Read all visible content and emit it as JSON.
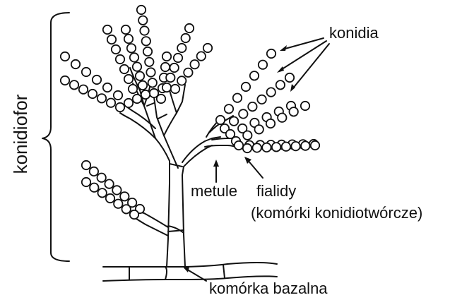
{
  "labels": {
    "konidiofor": "konidiofor",
    "konidia": "konidia",
    "metule": "metule",
    "fialidy": "fialidy",
    "fialidy_sub": "(komórki konidiotwórcze)",
    "komorka_bazalna": "komórka bazalna"
  },
  "colors": {
    "ink": "#111111",
    "fill": "#ffffff"
  }
}
